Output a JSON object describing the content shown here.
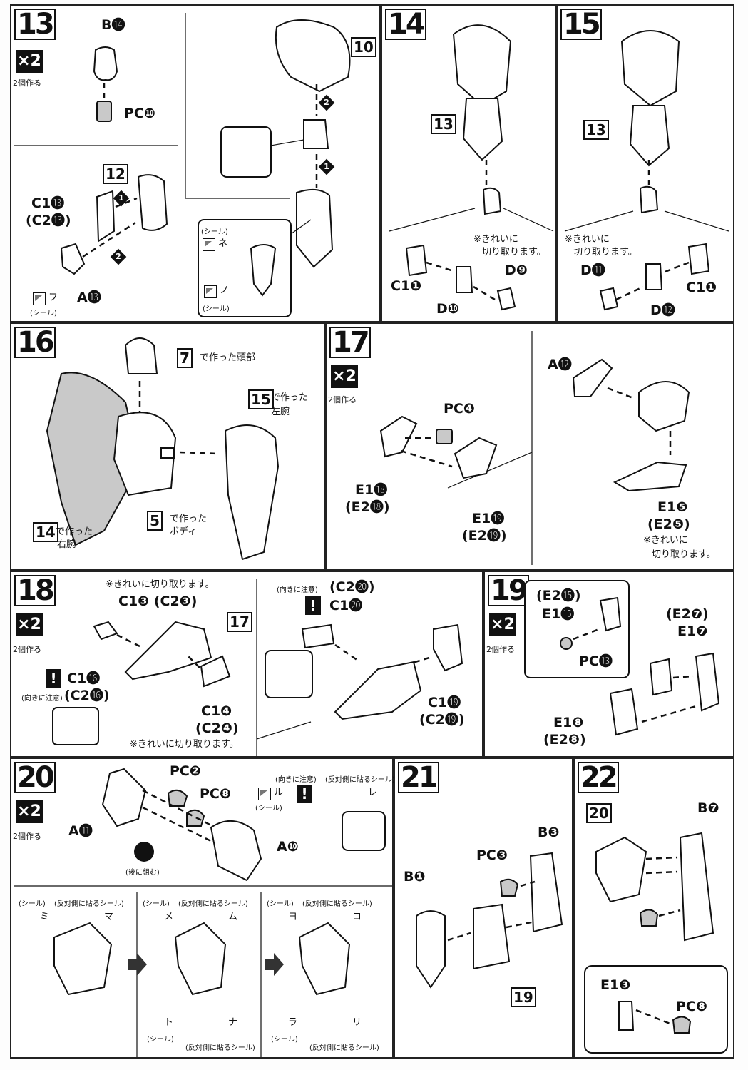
{
  "steps": {
    "s13": {
      "num": "13",
      "x2": "×2",
      "make2": "2個作る",
      "b14": "B⓮",
      "pc10": "PC❿",
      "part10": "10",
      "part12": "12",
      "c1_13": "C1⓭",
      "c2_13": "(C2⓭)",
      "a13": "A⓭",
      "seal": "(シール)",
      "seal_fu": "フ",
      "seal_ne": "ネ",
      "seal_no": "ノ",
      "seal2": "(シール)",
      "seal3": "(シール)",
      "o1": "1",
      "o2": "2",
      "o1b": "1",
      "o2b": "2"
    },
    "s14": {
      "num": "14",
      "box13": "13",
      "note": "※きれいに",
      "note2": "切り取ります。",
      "d9": "D❾",
      "c1_1": "C1❶",
      "d10": "D❿"
    },
    "s15": {
      "num": "15",
      "box13": "13",
      "note": "※きれいに",
      "note2": "切り取ります。",
      "d11": "D⓫",
      "c1_1": "C1❶",
      "d12": "D⓬"
    },
    "s16": {
      "num": "16",
      "box7": "7",
      "t7": "で作った頭部",
      "box15": "15",
      "t15a": "で作った",
      "t15b": "左腕",
      "box14": "14",
      "t14a": "で作った",
      "t14b": "右腕",
      "box5": "5",
      "t5a": "で作った",
      "t5b": "ボディ"
    },
    "s17": {
      "num": "17",
      "x2": "×2",
      "make2": "2個作る",
      "pc4": "PC❹",
      "e1_18": "E1⓲",
      "e2_18": "(E2⓲)",
      "e1_19": "E1⓳",
      "e2_19": "(E2⓳)",
      "a12": "A⓬",
      "e1_5": "E1❺",
      "e2_5": "(E2❺)",
      "note": "※きれいに",
      "note2": "切り取ります。"
    },
    "s18": {
      "num": "18",
      "x2": "×2",
      "make2": "2個作る",
      "note_top": "※きれいに切り取ります。",
      "c1_3": "C1❸ (C2❸)",
      "box17": "17",
      "c1_16": "C1⓰",
      "c2_16": "(C2⓰)",
      "care": "(向きに注意)",
      "c1_4": "C1❹",
      "c2_4": "(C2❹)",
      "note_bot": "※きれいに切り取ります。",
      "care2": "(向きに注意)",
      "c2_20": "(C2⓴)",
      "c1_20": "C1⓴",
      "c1_19": "C1⓳",
      "c2_19": "(C2⓳)"
    },
    "s19": {
      "num": "19",
      "x2": "×2",
      "make2": "2個作る",
      "e2_15": "(E2⓯)",
      "e1_15": "E1⓯",
      "pc13": "PC⓭",
      "e2_7": "(E2❼)",
      "e1_7": "E1❼",
      "e1_8": "E1❽",
      "e2_8": "(E2❽)"
    },
    "s20": {
      "num": "20",
      "x2": "×2",
      "make2": "2個作る",
      "pc2": "PC❷",
      "pc8": "PC❽",
      "a11": "A⓫",
      "a10": "A❿",
      "later": "(後に組む)",
      "care": "(向きに注意)",
      "opp": "(反対側に貼るシール)",
      "seal": "(シール)",
      "ru": "ル",
      "re": "レ",
      "seal_a": "(シール)",
      "opp_a": "(反対側に貼るシール)",
      "mi": "ミ",
      "ma": "マ",
      "seal_b": "(シール)",
      "opp_b": "(反対側に貼るシール)",
      "me": "メ",
      "mu": "ム",
      "to": "ト",
      "na": "ナ",
      "seal_b2": "(シール)",
      "opp_b2": "(反対側に貼るシール)",
      "seal_c": "(シール)",
      "opp_c": "(反対側に貼るシール)",
      "yo": "ヨ",
      "ko": "コ",
      "ra": "ラ",
      "ri": "リ",
      "seal_c2": "(シール)",
      "opp_c2": "(反対側に貼るシール)"
    },
    "s21": {
      "num": "21",
      "b3": "B❸",
      "pc3": "PC❸",
      "b1": "B❶",
      "box19": "19"
    },
    "s22": {
      "num": "22",
      "box20": "20",
      "b7": "B❼",
      "e1_3": "E1❸",
      "pc8": "PC❽"
    }
  }
}
